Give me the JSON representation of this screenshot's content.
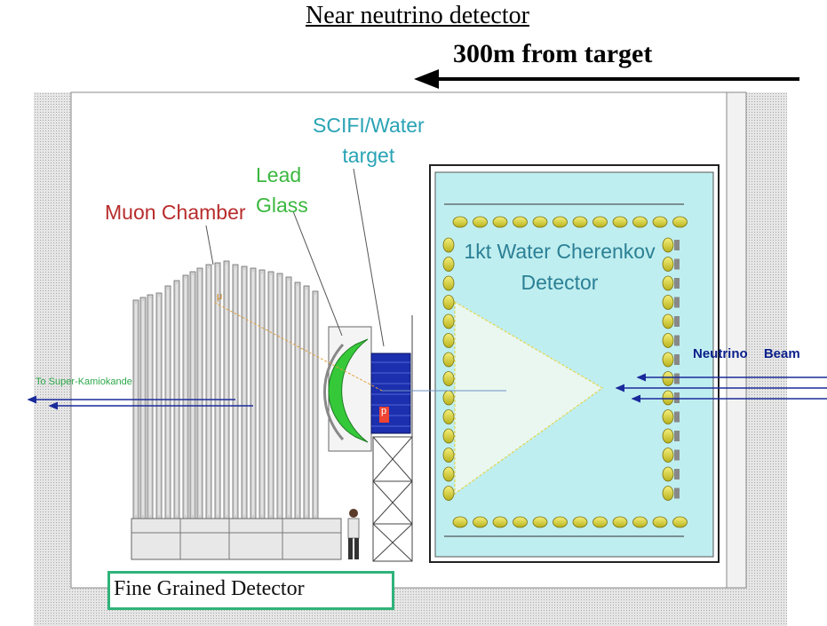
{
  "header": {
    "title": "Near neutrino detector",
    "subtitle": "300m from target"
  },
  "labels": {
    "scifi_line1": "SCIFI/Water",
    "scifi_line2": "target",
    "lead_line1": "Lead",
    "lead_line2": "Glass",
    "muon_chamber": "Muon Chamber",
    "wcd_line1": "1kt Water Cherenkov",
    "wcd_line2": "Detector",
    "neutrino_beam": "Neutrino Beam",
    "to_sk": "To Super-Kamiokande",
    "mu": "μ",
    "p": "p"
  },
  "caption": {
    "fgd": "Fine Grained Detector"
  },
  "colors": {
    "water": "#bfeef0",
    "concrete": "#d4d4d4",
    "beam_arrow": "#1a2a9a",
    "lead_glass": "#35c93a",
    "scifi": "#1c2fae",
    "pmt": "#d9d23a",
    "fgd_border": "#2fb37a"
  }
}
